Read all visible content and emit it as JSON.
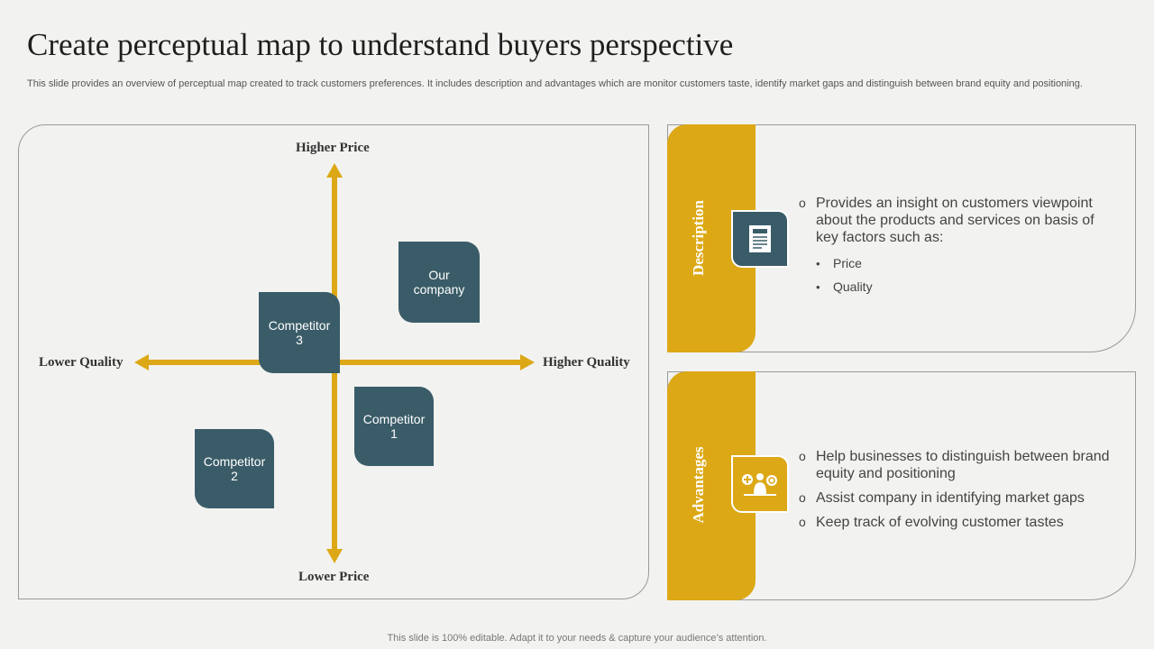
{
  "title": "Create perceptual map to understand buyers perspective",
  "subtitle": "This slide provides an overview of perceptual map created to track customers preferences. It includes description and advantages which are monitor customers taste, identify market gaps and distinguish between brand equity and positioning.",
  "map": {
    "axis_top": "Higher Price",
    "axis_bottom": "Lower Price",
    "axis_left": "Lower Quality",
    "axis_right": "Higher Quality",
    "tiles": [
      {
        "line1": "Our",
        "line2": "company"
      },
      {
        "line1": "Competitor",
        "line2": "3"
      },
      {
        "line1": "Competitor",
        "line2": "1"
      },
      {
        "line1": "Competitor",
        "line2": "2"
      }
    ]
  },
  "colors": {
    "accent": "#dca815",
    "tile": "#3a5c68",
    "background": "#f2f2f0"
  },
  "description": {
    "label": "Description",
    "icon": "document-icon",
    "items": [
      "Provides an insight on customers viewpoint about the products and services on basis of key factors such as:"
    ],
    "sub_items": [
      "Price",
      "Quality"
    ]
  },
  "advantages": {
    "label": "Advantages",
    "icon": "people-plus-icon",
    "items": [
      "Help businesses to distinguish between brand equity and positioning",
      "Assist company in identifying market gaps",
      "Keep track of evolving customer tastes"
    ]
  },
  "footer": "This slide is 100% editable. Adapt it to your needs & capture your audience’s attention."
}
